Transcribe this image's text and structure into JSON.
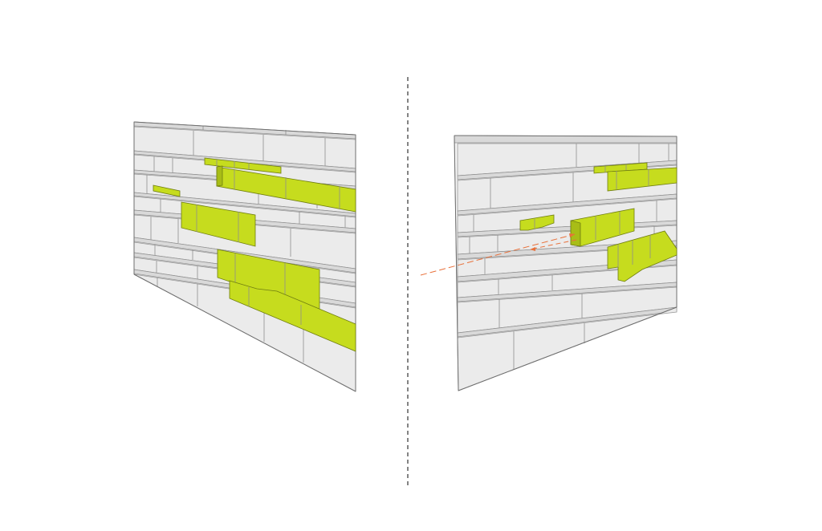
{
  "diagram": {
    "left_wall": {
      "name": "wall-left",
      "green_blocks": 6
    },
    "right_wall": {
      "name": "wall-right",
      "green_blocks": 5
    },
    "divider": {
      "style": "dashed",
      "color": "#333333"
    },
    "arrows": {
      "color": "#e8703a",
      "style": "dashed"
    },
    "colors": {
      "panel": "#ebebeb",
      "panel_edge": "#9a9a9a",
      "accent_green": "#c6dc1e"
    }
  }
}
